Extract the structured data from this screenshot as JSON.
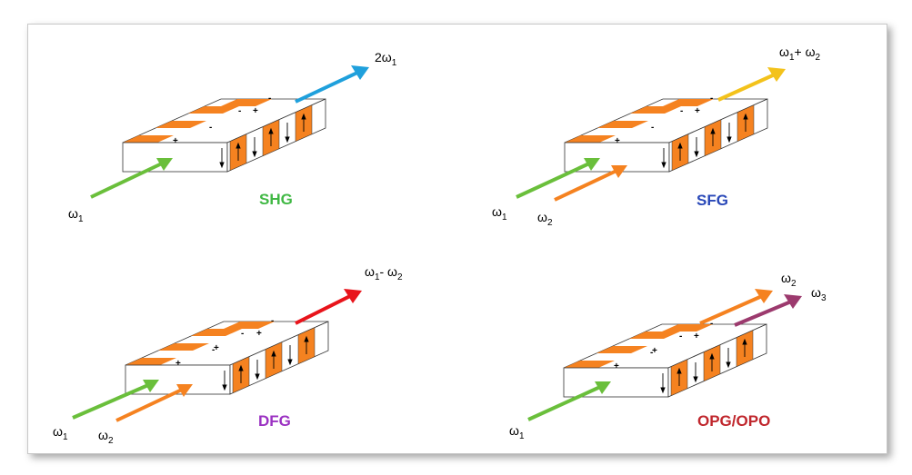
{
  "colors": {
    "orange": "#f58220",
    "green": "#6abf3b",
    "blue": "#1fa0dc",
    "yellow": "#f3c21b",
    "red": "#e8141b",
    "purple": "#9c3a6e",
    "shg_label": "#40b844",
    "sfg_label": "#2948b8",
    "dfg_label": "#9b32c2",
    "opg_label": "#c0272d"
  },
  "panels": {
    "shg": {
      "label": "SHG",
      "input1": {
        "symbol": "ω",
        "sub": "1"
      },
      "output": {
        "prefix": "2ω",
        "sub": "1"
      }
    },
    "sfg": {
      "label": "SFG",
      "input1": {
        "symbol": "ω",
        "sub": "1"
      },
      "input2": {
        "symbol": "ω",
        "sub": "2"
      },
      "output": {
        "a": "ω",
        "a_sub": "1",
        "op": "+ ω",
        "b_sub": "2"
      }
    },
    "dfg": {
      "label": "DFG",
      "input1": {
        "symbol": "ω",
        "sub": "1"
      },
      "input2": {
        "symbol": "ω",
        "sub": "2"
      },
      "output": {
        "a": "ω",
        "a_sub": "1",
        "op": "- ω",
        "b_sub": "2"
      }
    },
    "opg": {
      "label": "OPG/OPO",
      "input1": {
        "symbol": "ω",
        "sub": "1"
      },
      "output1": {
        "symbol": "ω",
        "sub": "2"
      },
      "output2": {
        "symbol": "ω",
        "sub": "3"
      }
    }
  },
  "domain_signs": {
    "plus": "+",
    "minus": "-"
  }
}
